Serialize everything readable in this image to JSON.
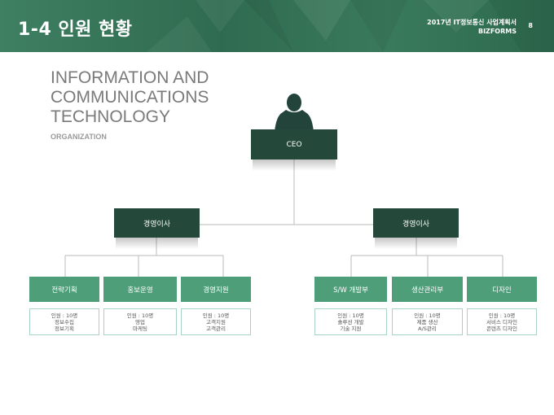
{
  "header": {
    "title": "1-4 인원 현황",
    "subtitle_line1": "2017년 IT정보통신 사업계획서",
    "subtitle_line2": "BIZFORMS",
    "page_number": "8"
  },
  "heading": {
    "line1": "INFORMATION AND",
    "line2": "COMMUNICATIONS",
    "line3": "TECHNOLOGY",
    "subtitle": "ORGANIZATION"
  },
  "org": {
    "ceo": "CEO",
    "directors": [
      {
        "label": "경영이사",
        "departments": [
          {
            "label": "전략기획",
            "info": [
              "인원 : 10명",
              "정보수집",
              "정보기획"
            ]
          },
          {
            "label": "홍보운영",
            "info": [
              "인원 : 10명",
              "영업",
              "마케팅"
            ]
          },
          {
            "label": "경영지원",
            "info": [
              "인원 : 10명",
              "고객지원",
              "고객관리"
            ]
          }
        ]
      },
      {
        "label": "경영이사",
        "departments": [
          {
            "label": "S/W 개발부",
            "info": [
              "인원 : 10명",
              "솔루션 개발",
              "기술 지원"
            ]
          },
          {
            "label": "생산관리부",
            "info": [
              "인원 : 10명",
              "제품 생산",
              "A/S관리"
            ]
          },
          {
            "label": "디자인",
            "info": [
              "인원 : 10명",
              "서비스 디자인",
              "콘텐츠 디자인"
            ]
          }
        ]
      }
    ]
  },
  "colors": {
    "header": "#2f6b50",
    "dark_box": "#24483a",
    "green_box": "#4f9e7a",
    "info_border": "#a8d3c2"
  },
  "icons": {
    "ceo_figure": "person-silhouette-icon"
  }
}
